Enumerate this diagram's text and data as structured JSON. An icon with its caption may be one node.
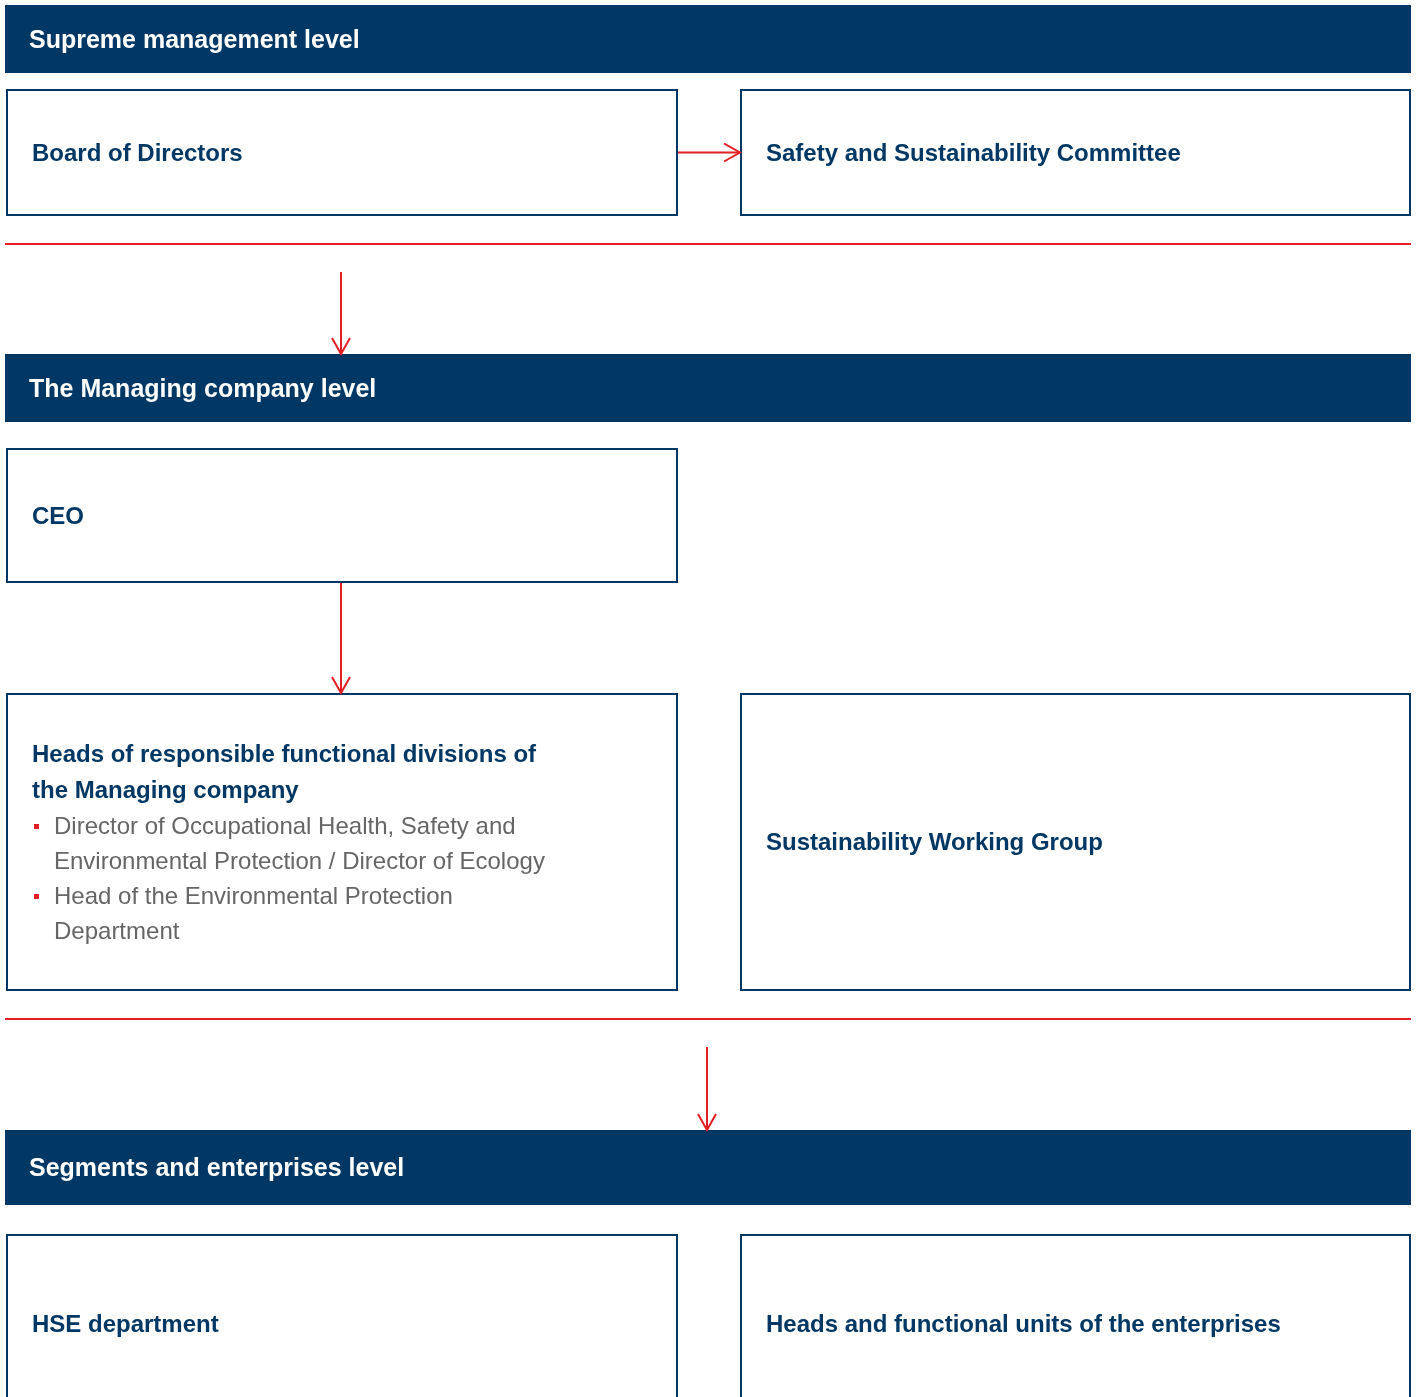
{
  "diagram": {
    "nodes": [
      {
        "text": [
          "Supreme management level"
        ]
      },
      {
        "text": [
          "Board of Directors"
        ]
      },
      {
        "text": [
          "Safety and Sustainability Committee"
        ]
      },
      {
        "text": [
          "The Managing company level"
        ]
      },
      {
        "text": [
          "CEO"
        ]
      },
      {
        "text": [
          "Heads of responsible functional divisions of the Managing company",
          "Director of Occupational Health, Safety and Environmental Protection / Director of Ecology",
          "Head of the Environmental Protection Department"
        ]
      },
      {
        "text": [
          "Sustainability Working Group"
        ]
      },
      {
        "text": [
          "Segments and enterprises level"
        ]
      },
      {
        "text": [
          "HSE department"
        ]
      },
      {
        "text": [
          "Heads and functional units of the enterprises"
        ]
      }
    ],
    "edges": [
      {
        "from": 1,
        "to": 2,
        "arrow": "to"
      },
      {
        "from": null,
        "to": 3,
        "arrow": "to"
      },
      {
        "from": 4,
        "to": 5,
        "arrow": "to"
      },
      {
        "from": null,
        "to": 7,
        "arrow": "to"
      }
    ]
  }
}
